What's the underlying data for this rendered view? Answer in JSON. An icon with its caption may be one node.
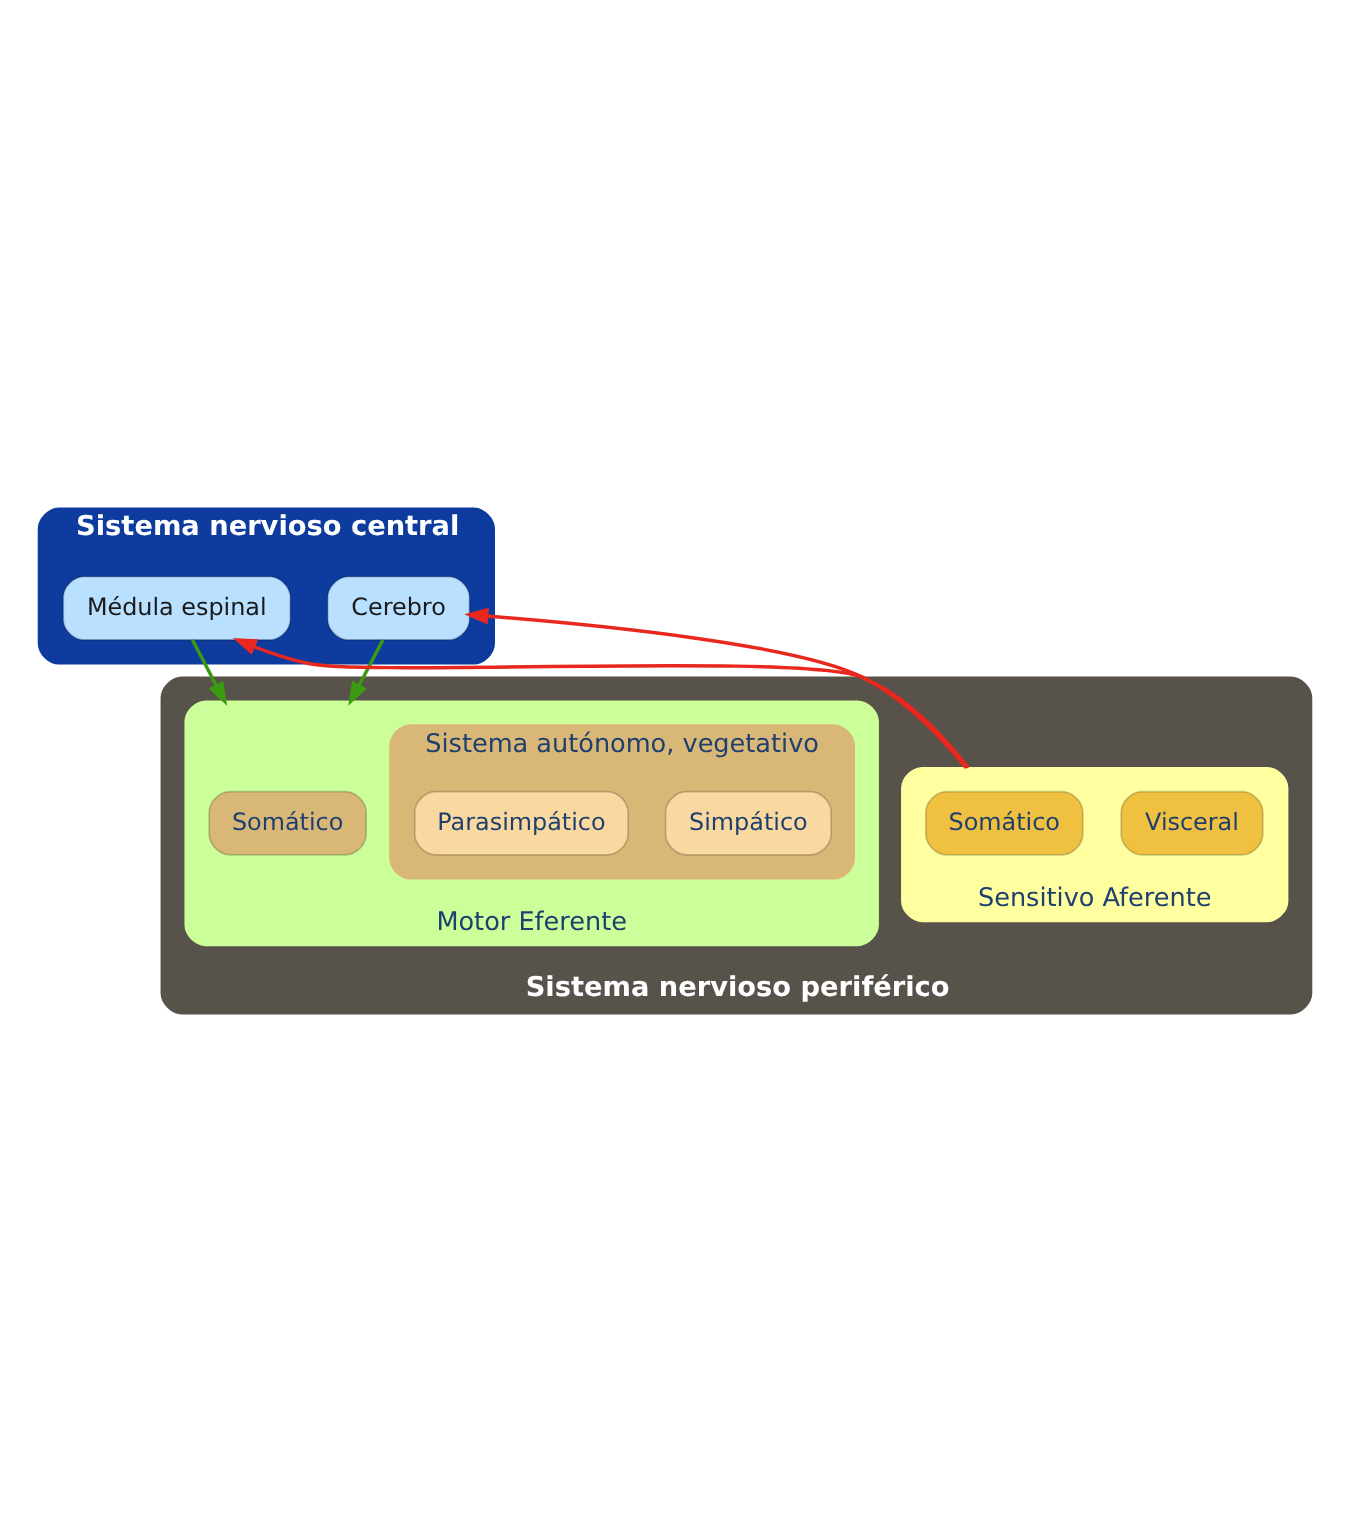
{
  "diagram": {
    "nodes": [
      {
        "text": [
          "Sistema nervioso central"
        ]
      },
      {
        "text": [
          "Cerebro"
        ],
        "in": 0
      },
      {
        "text": [
          "Médula espinal"
        ],
        "in": 0
      },
      {
        "text": [
          "Sistema nervioso periférico"
        ]
      },
      {
        "text": [
          "Sensitivo Aferente"
        ],
        "in": 3
      },
      {
        "text": [
          "Visceral"
        ],
        "in": 4
      },
      {
        "text": [
          "Somático"
        ],
        "in": 4
      },
      {
        "text": [
          "Motor Eferente"
        ],
        "in": 3
      },
      {
        "text": [
          "Sistema autónomo, vegetativo"
        ],
        "in": 7
      },
      {
        "text": [
          "Simpático"
        ],
        "in": 8
      },
      {
        "text": [
          "Parasimpático"
        ],
        "in": 8
      },
      {
        "text": [
          "Somático"
        ],
        "in": 7
      }
    ],
    "edges": [
      {
        "from": 4,
        "to": 1,
        "arrow": "to",
        "color": "#e8281e"
      },
      {
        "from": 4,
        "to": 2,
        "arrow": "to",
        "color": "#e8281e"
      },
      {
        "from": 1,
        "to": 7,
        "arrow": "to",
        "color": "#3a9a12"
      },
      {
        "from": 2,
        "to": 7,
        "arrow": "to",
        "color": "#3a9a12"
      }
    ]
  }
}
